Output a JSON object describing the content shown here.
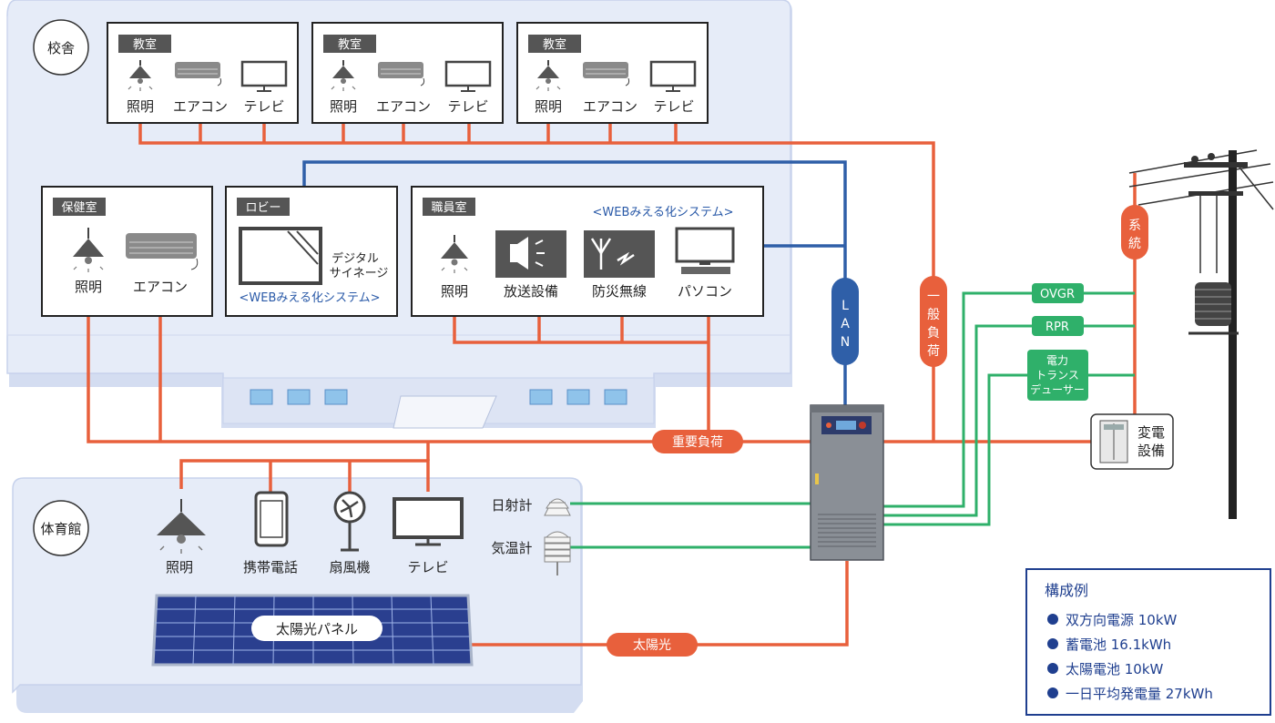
{
  "school": {
    "building_label": "校舎",
    "classrooms": [
      {
        "title": "教室",
        "items": [
          "照明",
          "エアコン",
          "テレビ"
        ]
      },
      {
        "title": "教室",
        "items": [
          "照明",
          "エアコン",
          "テレビ"
        ]
      },
      {
        "title": "教室",
        "items": [
          "照明",
          "エアコン",
          "テレビ"
        ]
      }
    ],
    "health_room": {
      "title": "保健室",
      "items": [
        "照明",
        "エアコン"
      ]
    },
    "lobby": {
      "title": "ロビー",
      "signage": "デジタル\nサイネージ",
      "signage_line1": "デジタル",
      "signage_line2": "サイネージ",
      "system": "<WEBみえる化システム>"
    },
    "staff_room": {
      "title": "職員室",
      "system": "<WEBみえる化システム>",
      "items": [
        "照明",
        "放送設備",
        "防災無線",
        "パソコン"
      ]
    }
  },
  "gym": {
    "building_label": "体育館",
    "items": [
      "照明",
      "携帯電話",
      "扇風機",
      "テレビ"
    ],
    "solar_panel": "太陽光パネル"
  },
  "sensors": {
    "sun": "日射計",
    "temp": "気温計"
  },
  "lines": {
    "lan": "LAN",
    "general_load": "一般負荷",
    "critical_load": "重要負荷",
    "solar": "太陽光",
    "grid": "系統"
  },
  "relays": {
    "ovgr": "OVGR",
    "rpr": "RPR",
    "transducer_l1": "電力",
    "transducer_l2": "トランス",
    "transducer_l3": "デューサー"
  },
  "substation": {
    "l1": "変電",
    "l2": "設備"
  },
  "legend": {
    "title": "構成例",
    "items": [
      "双方向電源 10kW",
      "蓄電池 16.1kWh",
      "太陽電池 10kW",
      "一日平均発電量 27kWh"
    ]
  },
  "colors": {
    "power_line": "#e8603c",
    "lan_line": "#2f5fa8",
    "signal_line": "#2fb06a",
    "building_fill": "#e3e9f7",
    "legend_border": "#1f3f8f"
  }
}
